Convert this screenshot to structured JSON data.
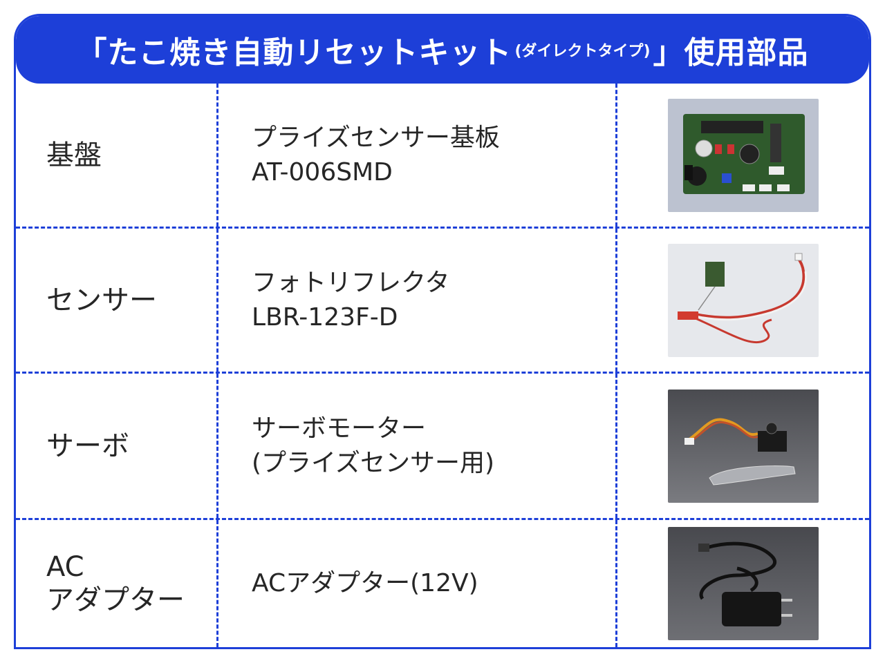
{
  "header": {
    "title_main": "「たこ焼き自動リセットキット",
    "title_sub": "(ダイレクトタイプ)",
    "title_end": "」使用部品"
  },
  "rows": [
    {
      "category": [
        "基盤"
      ],
      "part": [
        "プライズセンサー基板",
        "AT-006SMD"
      ],
      "image": "circuit-board-photo"
    },
    {
      "category": [
        "センサー"
      ],
      "part": [
        "フォトリフレクタ",
        "LBR-123F-D"
      ],
      "image": "photo-reflector-sensor-photo"
    },
    {
      "category": [
        "サーボ"
      ],
      "part": [
        "サーボモーター",
        "(プライズセンサー用)"
      ],
      "image": "servo-motor-photo"
    },
    {
      "category": [
        "AC",
        "アダプター"
      ],
      "part": [
        "ACアダプター(12V)"
      ],
      "image": "ac-adapter-photo"
    }
  ],
  "colors": {
    "accent": "#1d3fd8",
    "text": "#262626"
  }
}
